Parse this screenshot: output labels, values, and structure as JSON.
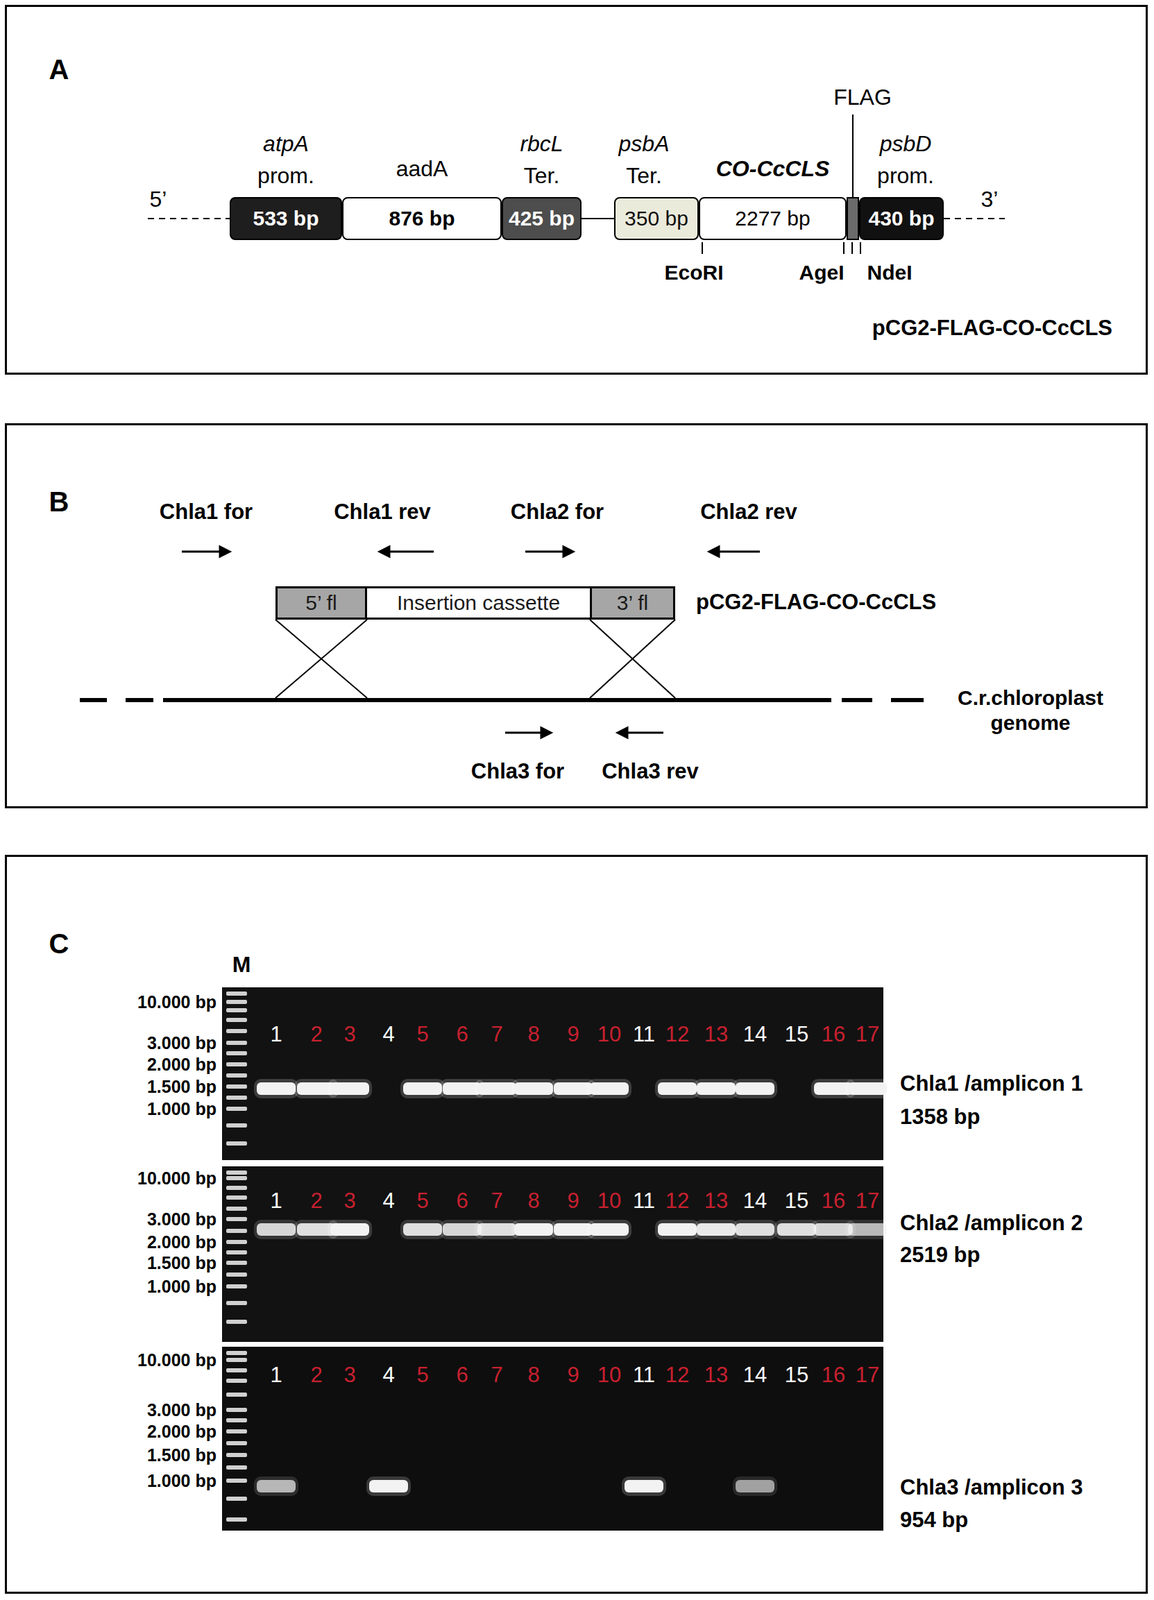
{
  "diagram": {
    "nodes": [
      {
        "text": [
          "A"
        ]
      },
      {
        "text": [
          "atpA",
          "prom.",
          "533 bp"
        ],
        "in": 0
      },
      {
        "text": [
          "aadA",
          "876 bp"
        ],
        "in": 0
      },
      {
        "text": [
          "rbcL",
          "Ter.",
          "425 bp"
        ],
        "in": 0
      },
      {
        "text": [
          "psbA",
          "Ter.",
          "350 bp"
        ],
        "in": 0
      },
      {
        "text": [
          "CO-CcCLS",
          "2277 bp"
        ],
        "in": 0
      },
      {
        "text": [
          "FLAG"
        ],
        "in": 0
      },
      {
        "text": [
          "psbD",
          "prom.",
          "430 bp"
        ],
        "in": 0
      },
      {
        "text": [
          "B"
        ]
      },
      {
        "text": [
          "5’ fl"
        ],
        "in": 8
      },
      {
        "text": [
          "Insertion cassette"
        ],
        "in": 8
      },
      {
        "text": [
          "3’ fl"
        ],
        "in": 8
      },
      {
        "text": [
          "C"
        ]
      }
    ],
    "labels": [
      "5’",
      "3’",
      "EcoRI",
      "AgeI",
      "NdeI",
      "pCG2-FLAG-CO-CcCLS",
      "Chla1 for",
      "Chla1 rev",
      "Chla2 for",
      "Chla2 rev",
      "pCG2-FLAG-CO-CcCLS",
      "C.r.chloroplast genome",
      "Chla3 for",
      "Chla3 rev",
      "M",
      "10.000 bp",
      "3.000 bp",
      "2.000 bp",
      "1.500 bp",
      "1.000 bp",
      "1",
      "2",
      "3",
      "4",
      "5",
      "6",
      "7",
      "8",
      "9",
      "10",
      "11",
      "12",
      "13",
      "14",
      "15",
      "16",
      "17",
      "Chla1 /amplicon 1",
      "1358 bp",
      "10.000 bp",
      "3.000 bp",
      "2.000 bp",
      "1.500 bp",
      "1.000 bp",
      "1",
      "2",
      "3",
      "4",
      "5",
      "6",
      "7",
      "8",
      "9",
      "10",
      "11",
      "12",
      "13",
      "14",
      "15",
      "16",
      "17",
      "Chla2 /amplicon 2",
      "2519 bp",
      "10.000 bp",
      "3.000 bp",
      "2.000 bp",
      "1.500 bp",
      "1.000 bp",
      "1",
      "2",
      "3",
      "4",
      "5",
      "6",
      "7",
      "8",
      "9",
      "10",
      "11",
      "12",
      "13",
      "14",
      "15",
      "16",
      "17",
      "Chla3 /amplicon 3",
      "954 bp"
    ]
  }
}
